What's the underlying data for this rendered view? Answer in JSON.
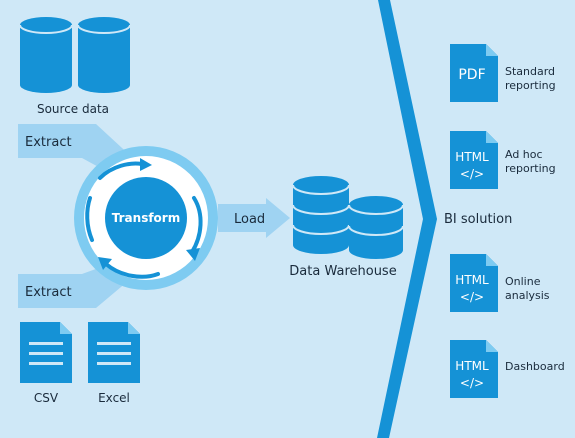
{
  "colors": {
    "background": "#cfe8f7",
    "primary": "#1592d6",
    "light_arrow": "#9fd3f2",
    "ring": "#7ecbf1",
    "white": "#ffffff",
    "text": "#1a2b3c"
  },
  "sources": {
    "label": "Source data",
    "icon": "database-icon"
  },
  "extract_top": {
    "label": "Extract"
  },
  "extract_bottom": {
    "label": "Extract"
  },
  "transform": {
    "label": "Transform"
  },
  "load": {
    "label": "Load"
  },
  "warehouse": {
    "label": "Data Warehouse",
    "icon": "database-icon"
  },
  "files": [
    {
      "label": "CSV",
      "icon": "document-icon"
    },
    {
      "label": "Excel",
      "icon": "document-icon"
    }
  ],
  "bi": {
    "label": "BI solution"
  },
  "outputs": [
    {
      "badge": "PDF",
      "code": "",
      "label": [
        "Standard",
        "reporting"
      ]
    },
    {
      "badge": "HTML",
      "code": "</>",
      "label": [
        "Ad hoc",
        "reporting"
      ]
    },
    {
      "badge": "HTML",
      "code": "</>",
      "label": [
        "Online",
        "analysis"
      ]
    },
    {
      "badge": "HTML",
      "code": "</>",
      "label": [
        "Dashboard"
      ]
    }
  ]
}
